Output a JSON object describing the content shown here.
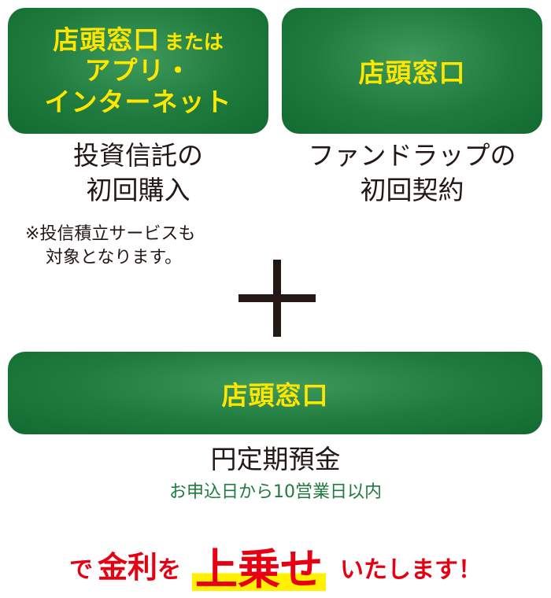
{
  "left_box": {
    "line1_big": "店頭窓口",
    "line1_small": "または",
    "line2": "アプリ・",
    "line3": "インターネット"
  },
  "right_box": {
    "label": "店頭窓口"
  },
  "left_caption": {
    "line1": "投資信託の",
    "line2": "初回購入"
  },
  "left_note": {
    "line1": "※投信積立サービスも",
    "line2": "対象となります。"
  },
  "right_caption": {
    "line1": "ファンドラップの",
    "line2": "初回契約"
  },
  "bottom_box": {
    "label": "店頭窓口"
  },
  "deposit": {
    "title": "円定期預金",
    "note": "お申込日から10営業日以内"
  },
  "footer": {
    "de": "で",
    "kinri": "金利",
    "wo": "を",
    "uwanose": "上乗せ",
    "tail": "いたします！"
  },
  "colors": {
    "pill_green": "#1e7b3d",
    "pill_text_yellow": "#ffe600",
    "highlight_yellow": "#fff100",
    "accent_red": "#e60012",
    "note_green": "#1e7b3d"
  }
}
